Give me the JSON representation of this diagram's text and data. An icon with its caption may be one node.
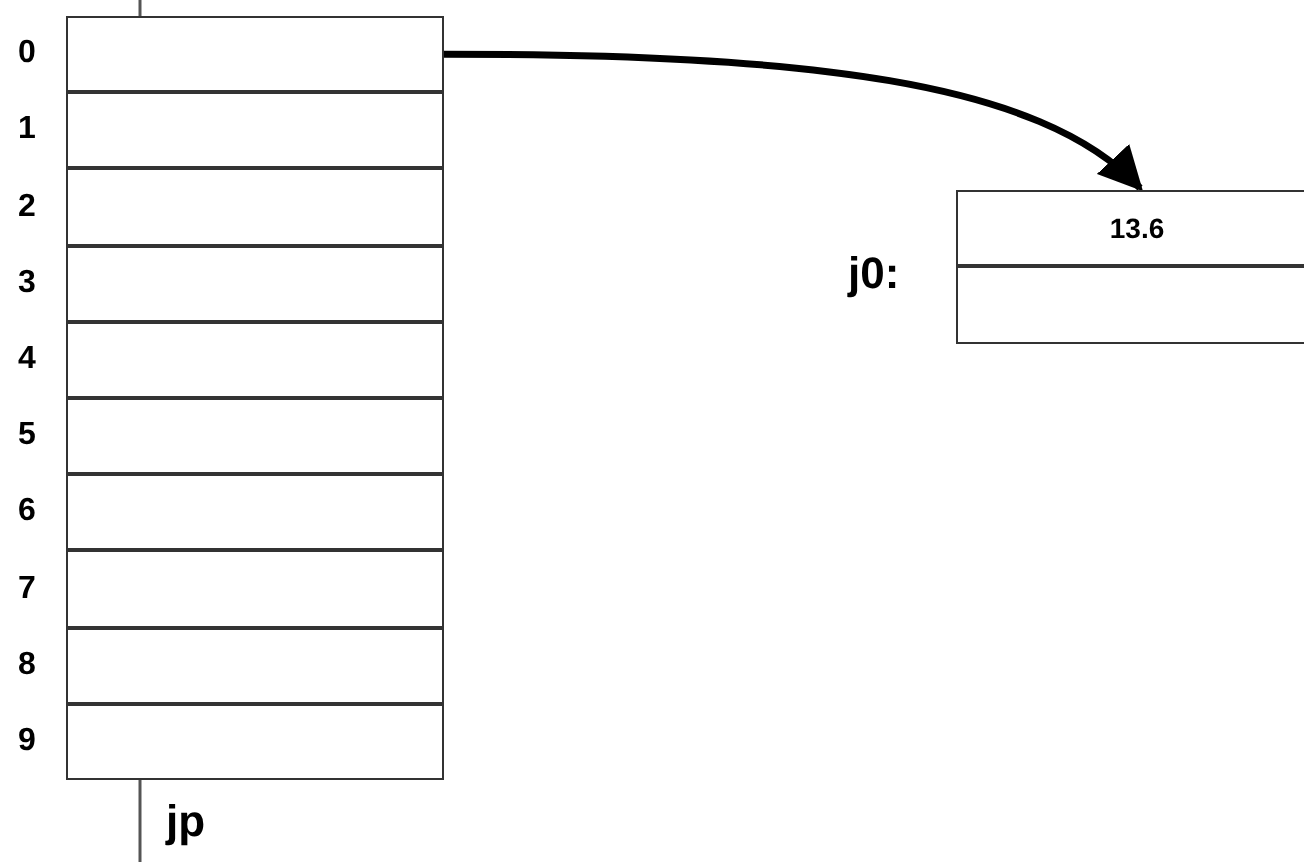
{
  "diagram": {
    "nodes": [
      {
        "text": [
          "jp"
        ]
      },
      {
        "text": [],
        "shape": "box",
        "in": 0,
        "beside": [
          "0"
        ]
      },
      {
        "text": [],
        "shape": "box",
        "in": 0,
        "beside": [
          "1"
        ]
      },
      {
        "text": [],
        "shape": "box",
        "in": 0,
        "beside": [
          "2"
        ]
      },
      {
        "text": [],
        "shape": "box",
        "in": 0,
        "beside": [
          "3"
        ]
      },
      {
        "text": [],
        "shape": "box",
        "in": 0,
        "beside": [
          "4"
        ]
      },
      {
        "text": [],
        "shape": "box",
        "in": 0,
        "beside": [
          "5"
        ]
      },
      {
        "text": [],
        "shape": "box",
        "in": 0,
        "beside": [
          "6"
        ]
      },
      {
        "text": [],
        "shape": "box",
        "in": 0,
        "beside": [
          "7"
        ]
      },
      {
        "text": [],
        "shape": "box",
        "in": 0,
        "beside": [
          "8"
        ]
      },
      {
        "text": [],
        "shape": "box",
        "in": 0,
        "beside": [
          "9"
        ]
      },
      {
        "text": [],
        "shape": "box",
        "beside": [
          "j0:"
        ]
      },
      {
        "text": [
          "13.6"
        ],
        "in": 11
      },
      {
        "text": [],
        "shape": "box",
        "in": 11
      }
    ],
    "edges": [
      {
        "from": 1,
        "to": 11,
        "arrow": "to"
      }
    ]
  }
}
